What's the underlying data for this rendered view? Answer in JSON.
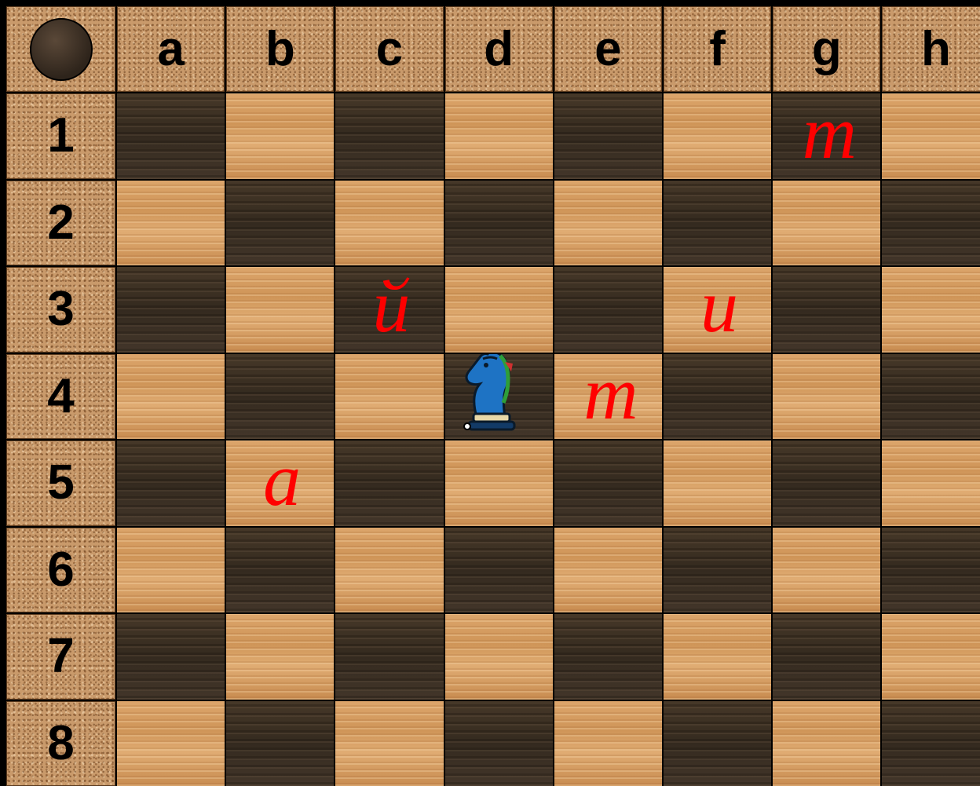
{
  "files": [
    "a",
    "b",
    "c",
    "d",
    "e",
    "f",
    "g",
    "h"
  ],
  "ranks": [
    "1",
    "2",
    "3",
    "4",
    "5",
    "6",
    "7",
    "8"
  ],
  "corner_icon": "dark-round-disc",
  "colors": {
    "letter": "#ff0000",
    "light_square": "#d39a5e",
    "dark_square": "#3c3024"
  },
  "knight": {
    "square": "d4",
    "icon": "blue-knight-icon"
  },
  "letters": [
    {
      "square": "g1",
      "char": "т"
    },
    {
      "square": "c3",
      "char": "й"
    },
    {
      "square": "f3",
      "char": "и"
    },
    {
      "square": "e4",
      "char": "т"
    },
    {
      "square": "b5",
      "char": "а"
    }
  ]
}
